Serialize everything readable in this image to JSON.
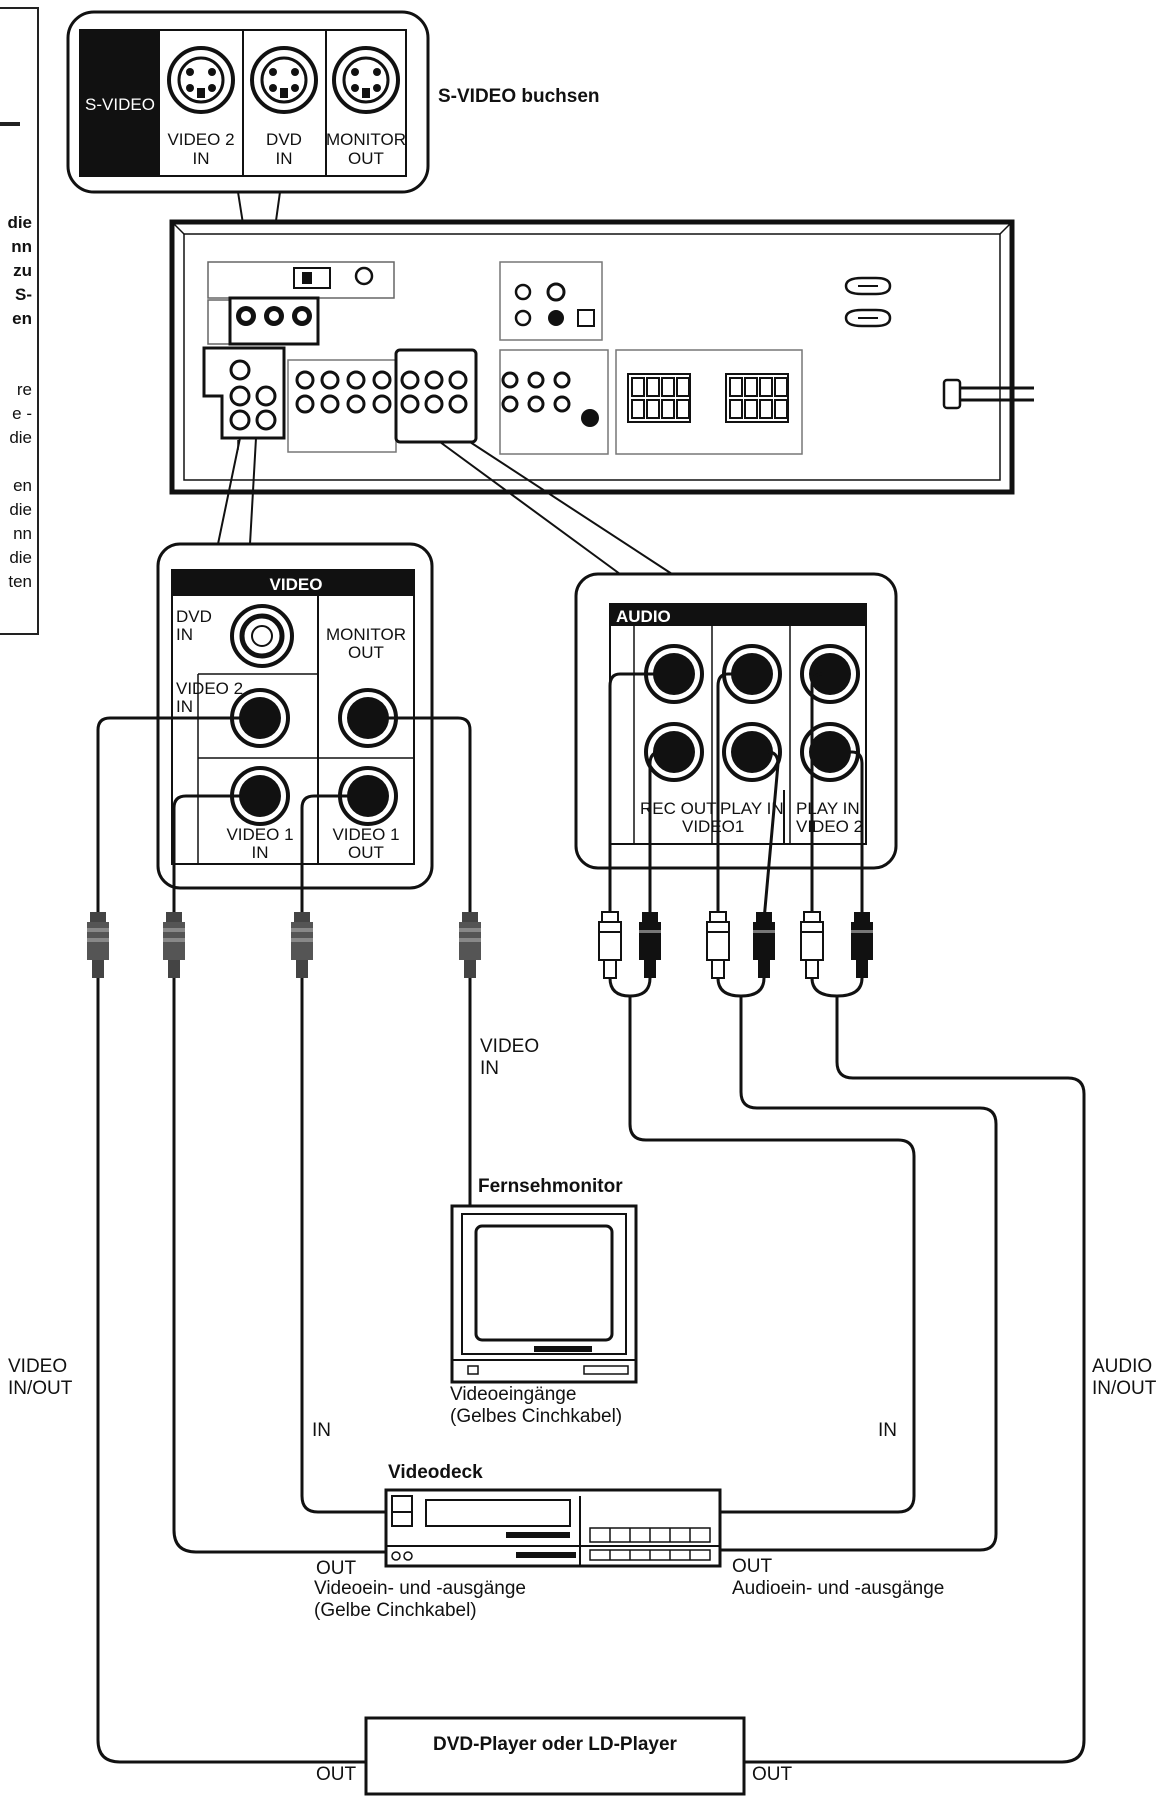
{
  "sidebar_fragments": [
    "die",
    "nn",
    "zu",
    "S-",
    "en",
    "re",
    "e -",
    "die",
    "en",
    "die",
    "nn",
    "die",
    "ten"
  ],
  "svideo_panel": {
    "header": "S-VIDEO",
    "jacks": [
      {
        "line1": "VIDEO 2",
        "line2": "IN"
      },
      {
        "line1": "DVD",
        "line2": "IN"
      },
      {
        "line1": "MONITOR",
        "line2": "OUT"
      }
    ],
    "caption": "S-VIDEO buchsen"
  },
  "video_panel": {
    "header": "VIDEO",
    "dvd_in": {
      "line1": "DVD",
      "line2": "IN"
    },
    "video2_in": {
      "line1": "VIDEO 2",
      "line2": "IN"
    },
    "monitor_out": {
      "line1": "MONITOR",
      "line2": "OUT"
    },
    "video1_in": {
      "line1": "VIDEO 1",
      "line2": "IN"
    },
    "video1_out": {
      "line1": "VIDEO 1",
      "line2": "OUT"
    }
  },
  "audio_panel": {
    "header": "AUDIO",
    "rec_out": "REC OUT",
    "play_in_1": "PLAY IN",
    "video1": "VIDEO1",
    "play_in_2": "PLAY IN",
    "video2": "VIDEO 2"
  },
  "devices": {
    "tv_title": "Fernsehmonitor",
    "tv_note_line1": "Videoeingänge",
    "tv_note_line2": "(Gelbes Cinchkabel)",
    "vcr_title": "Videodeck",
    "vcr_video_note_line1": "Videoein- und -ausgänge",
    "vcr_video_note_line2": "(Gelbe Cinchkabel)",
    "vcr_audio_note": "Audioein- und -ausgänge",
    "dvd_title": "DVD-Player oder LD-Player"
  },
  "cable_labels": {
    "video_in_1": "VIDEO",
    "video_in_2": "IN",
    "video_inout_1": "VIDEO",
    "video_inout_2": "IN/OUT",
    "audio_inout_1": "AUDIO",
    "audio_inout_2": "IN/OUT",
    "vcr_in_left": "IN",
    "vcr_in_right": "IN",
    "vcr_out_left": "OUT",
    "vcr_out_right": "OUT",
    "dvd_out_left": "OUT",
    "dvd_out_right": "OUT"
  }
}
